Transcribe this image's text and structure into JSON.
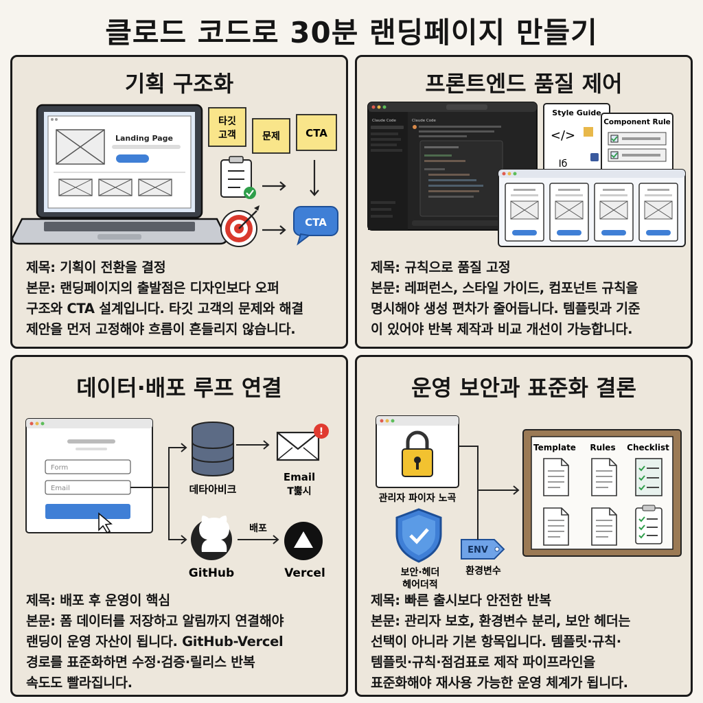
{
  "title": "클로드 코드로 30분 랜딩페이지 만들기",
  "panels": {
    "plan": {
      "title": "기획 구조화",
      "illus": {
        "landing_label": "Landing Page",
        "note_target": [
          "타깃",
          "고객"
        ],
        "note_problem": "문제",
        "note_cta": "CTA",
        "bubble_cta": "CTA"
      },
      "text": [
        "제목: 기획이 전환을 결정",
        "본문: 랜딩페이지의 출발점은 디자인보다 오퍼",
        "구조와 CTA 설계입니다. 타깃 고객의 문제와 해결",
        "제안을 먼저 고정해야 흐름이 흔들리지 않습니다."
      ]
    },
    "frontend": {
      "title": "프론트엔드 품질 제어",
      "illus": {
        "style_guide": "Style Guide",
        "component_rule": "Component Rule",
        "code_glyph": "</>",
        "italic_glyph": "Iб",
        "app_name": "Claude Code",
        "tab_label": "Claude Code"
      },
      "text": [
        "제목: 규칙으로 품질 고정",
        "본문: 레퍼런스, 스타일 가이드, 컴포넌트 규칙을",
        "명시해야 생성 편차가 줄어듭니다. 템플릿과 기준",
        "이 있어야 반복 제작과 비교 개선이 가능합니다."
      ]
    },
    "data": {
      "title": "데이터·배포 루프 연결",
      "illus": {
        "form_placeholder": "Form",
        "email_placeholder": "Email",
        "db_label": "데타아비크",
        "email_label": [
          "Email",
          "T뿛시"
        ],
        "deploy_label": "배포",
        "github_label": "GitHub",
        "vercel_label": "Vercel"
      },
      "text": [
        "제목: 배포 후 운영이 핵심",
        "본문: 폼 데이터를 저장하고 알림까지 연결해야",
        "랜딩이 운영 자산이 됩니다. GitHub-Vercel",
        "경로를 표준화하면 수정·검증·릴리스 반복",
        "속도도 빨라집니다."
      ]
    },
    "security": {
      "title": "운영 보안과 표준화 결론",
      "illus": {
        "admin_label": "관리자 파이자 노곡",
        "shield_label": [
          "보안·헤더",
          "헤어더적"
        ],
        "env_tag": "ENV",
        "env_label": "환경변수",
        "board_cols": [
          "Template",
          "Rules",
          "Checklist"
        ]
      },
      "text": [
        "제목: 빠른 출시보다 안전한 반복",
        "본문: 관리자 보호, 환경변수 분리, 보안 헤더는",
        "선택이 아니라 기본 항목입니다. 템플릿·규칙·",
        "템플릿·규칙·점검표로 제작 파이프라인을",
        "표준화해야 재사용 가능한 운영 체계가 됩니다."
      ]
    }
  },
  "colors": {
    "panel_bg": "#ede7dc",
    "accent_blue": "#3f7fd6",
    "note_yellow": "#f9e58a",
    "check_green": "#2e9e4a",
    "alert_red": "#e03b30",
    "board_frame": "#9b7a55"
  }
}
